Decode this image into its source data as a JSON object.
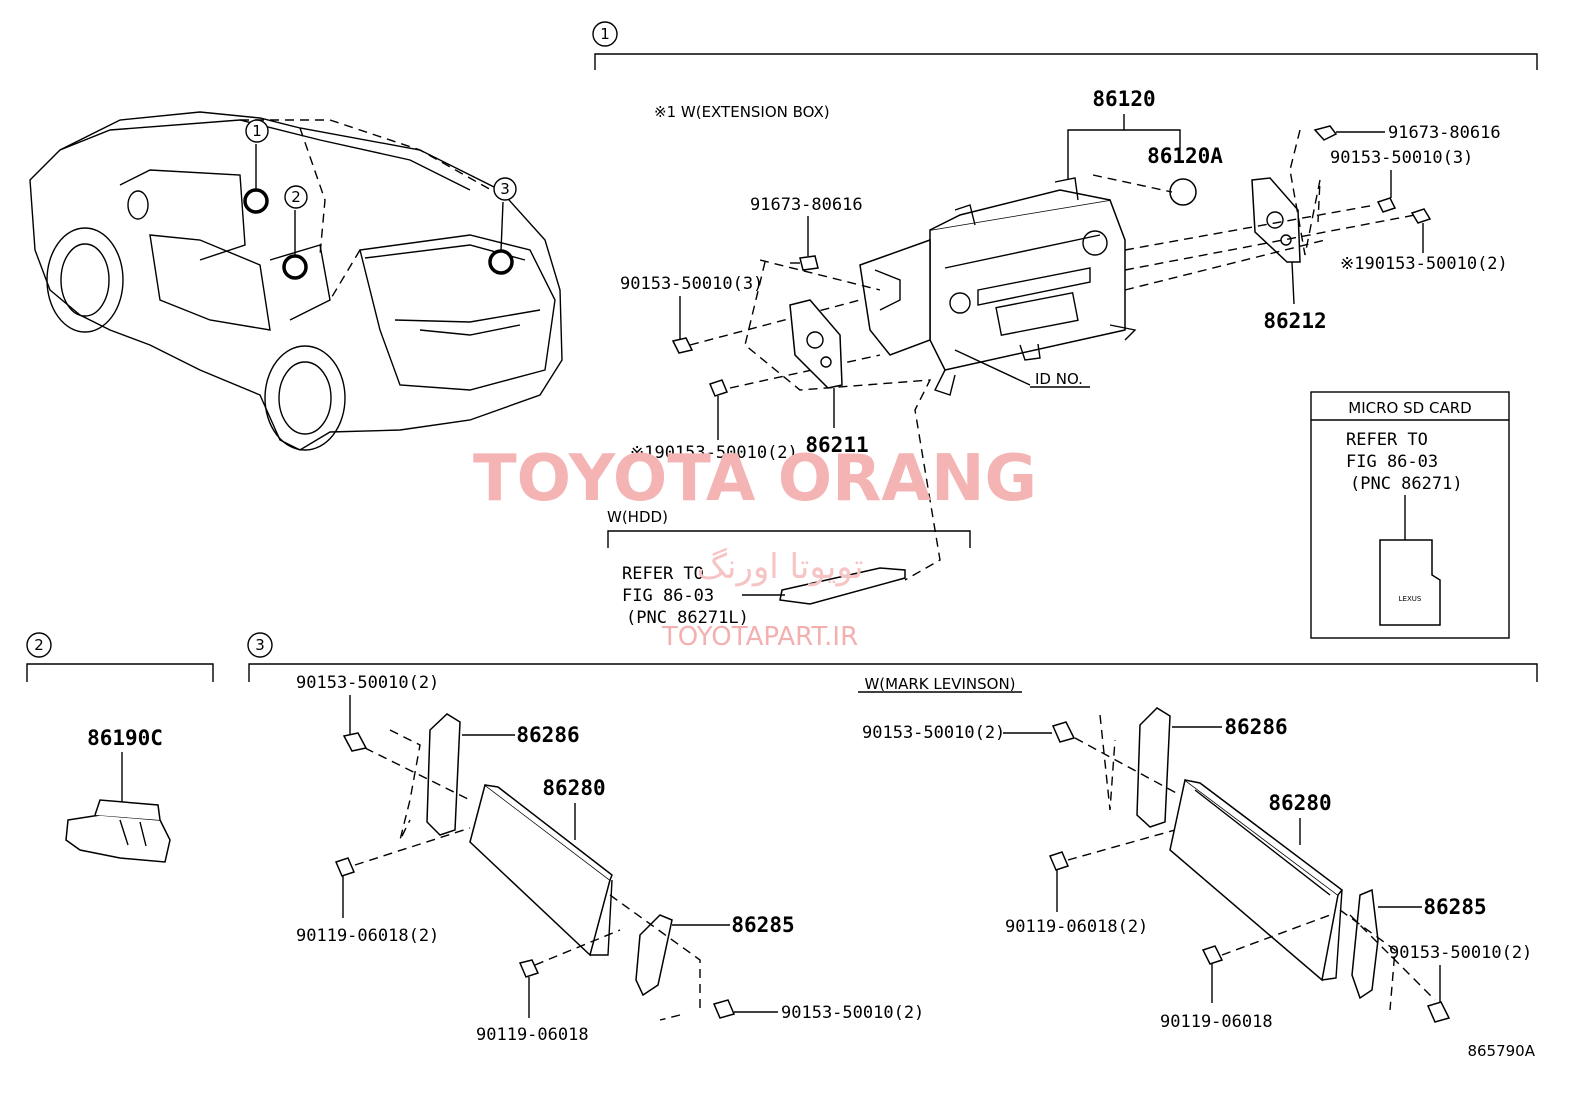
{
  "callouts": {
    "c1": "1",
    "c2": "2",
    "c3": "3",
    "car_c1": "1",
    "car_c2": "2",
    "car_c3": "3"
  },
  "section1": {
    "extension_note": "※1 W(EXTENSION BOX)",
    "parts": {
      "p86120": "86120",
      "p86120A": "86120A",
      "p91673_right": "91673-80616",
      "p90153_right3": "90153-50010(3)",
      "p90153_right2": "※190153-50010(2)",
      "p86212": "86212",
      "p91673_left": "91673-80616",
      "p90153_left3": "90153-50010(3)",
      "p90153_left2": "※190153-50010(2)",
      "p86211": "86211",
      "id_no": "ID NO."
    },
    "hdd_box": {
      "title": "W(HDD)",
      "line1": "REFER TO",
      "line2": "FIG 86-03",
      "line3": "(PNC 86271L)"
    },
    "sd_box": {
      "title": "MICRO SD CARD",
      "line1": "REFER TO",
      "line2": "FIG 86-03",
      "line3": "(PNC 86271)",
      "card_logo": "LEXUS"
    }
  },
  "section2": {
    "p86190C": "86190C"
  },
  "section3": {
    "mark_levinson": "W(MARK LEVINSON)",
    "left": {
      "bolt_top": "90153-50010(2)",
      "p86286": "86286",
      "p86280": "86280",
      "bolt_mid": "90119-06018(2)",
      "p86285": "86285",
      "bolt_bottom": "90119-06018",
      "bolt_right": "90153-50010(2)"
    },
    "right": {
      "bolt_top": "90153-50010(2)",
      "p86286": "86286",
      "p86280": "86280",
      "bolt_mid": "90119-06018(2)",
      "p86285": "86285",
      "bolt_right": "90153-50010(2)",
      "bolt_bottom": "90119-06018"
    }
  },
  "watermark": {
    "main": "TOYOTA ORANG",
    "farsi": "تویوتا اورنگ",
    "url": "TOYOTAPART.IR"
  },
  "figure_id": "865790A"
}
